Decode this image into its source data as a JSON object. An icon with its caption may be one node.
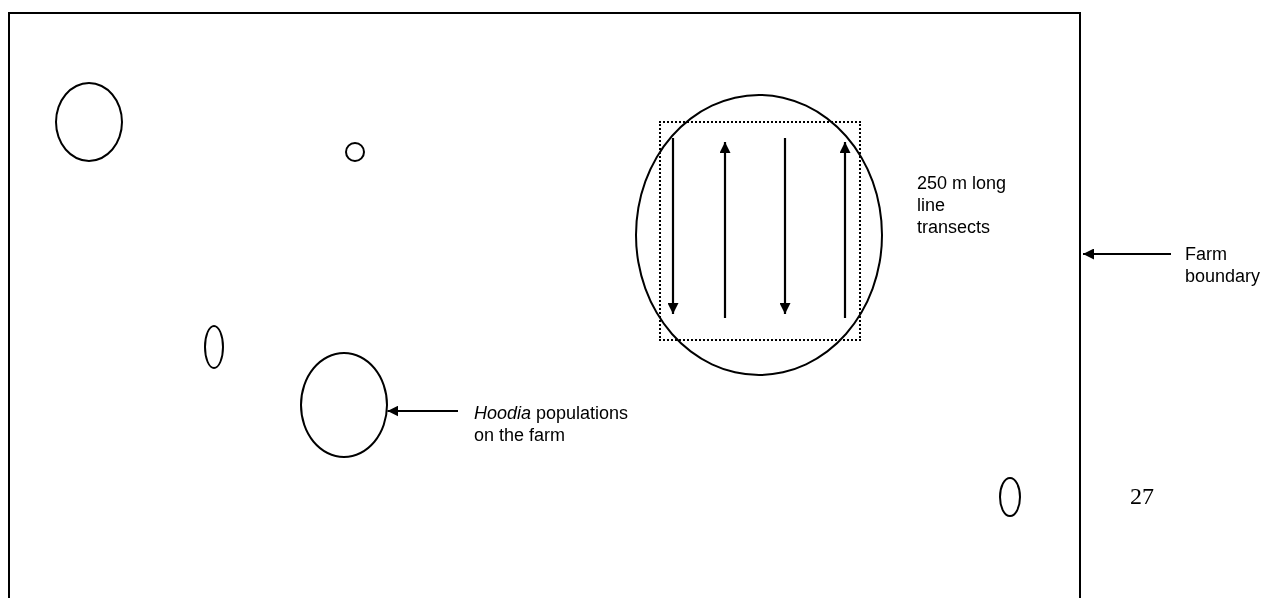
{
  "diagram": {
    "nodes": [
      {
        "text": [],
        "shape": "box"
      },
      {
        "text": [],
        "shape": "circle",
        "in": 0
      },
      {
        "text": [],
        "shape": "circle",
        "in": 0
      },
      {
        "text": [],
        "shape": "circle",
        "in": 0
      },
      {
        "text": [],
        "shape": "box",
        "in": 3
      },
      {
        "text": [],
        "shape": "circle",
        "in": 0
      },
      {
        "text": [],
        "shape": "circle",
        "in": 0
      },
      {
        "text": [],
        "shape": "circle",
        "in": 0
      },
      {
        "text": [
          "Farm boundary"
        ]
      },
      {
        "text": [
          "*Hoodia* populations on the farm"
        ],
        "in": 0
      }
    ],
    "edges": [
      {
        "from": 8,
        "to": 0,
        "arrow": "to"
      },
      {
        "from": 9,
        "to": 6,
        "arrow": "to"
      }
    ],
    "labels": [
      "250 m long line transects",
      "27"
    ]
  }
}
